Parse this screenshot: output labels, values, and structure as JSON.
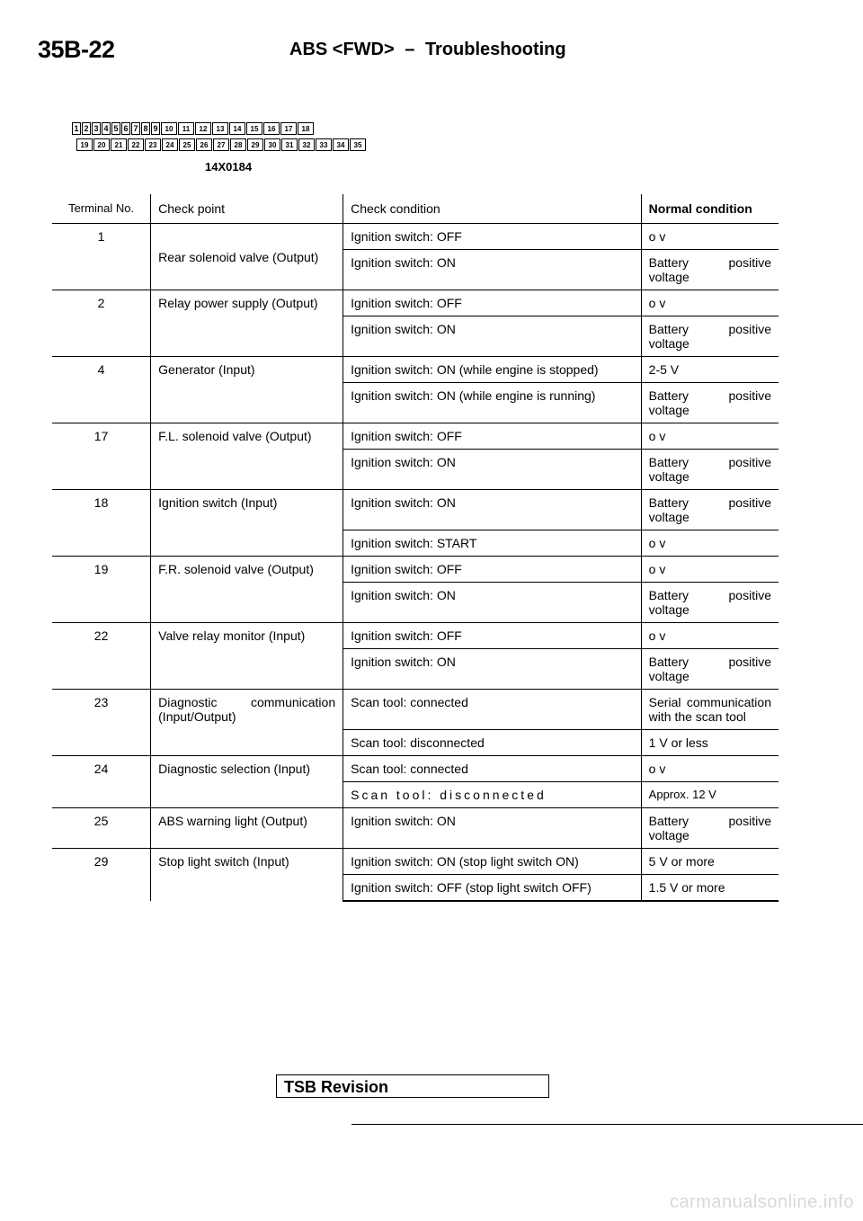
{
  "header": {
    "page_number": "35B-22",
    "section": "ABS <FWD>",
    "dash": "–",
    "title": "Troubleshooting"
  },
  "connector": {
    "row1": [
      "1",
      "2",
      "3",
      "4",
      "5",
      "6",
      "7",
      "8",
      "9",
      "10",
      "11",
      "12",
      "13",
      "14",
      "15",
      "16",
      "17",
      "18"
    ],
    "row2": [
      "19",
      "20",
      "21",
      "22",
      "23",
      "24",
      "25",
      "26",
      "27",
      "28",
      "29",
      "30",
      "31",
      "32",
      "33",
      "34",
      "35"
    ],
    "figure_id": "14X0184"
  },
  "table": {
    "headers": {
      "terminal": "Terminal No.",
      "check_point": "Check point",
      "check_condition": "Check condition",
      "normal_condition": "Normal condition"
    },
    "groups": [
      {
        "terminal": "1",
        "check_point": "Rear solenoid valve (Output)",
        "rows": [
          {
            "condition": "Ignition switch: OFF",
            "normal": "o v"
          },
          {
            "condition": "Ignition switch: ON",
            "normal": "Battery positive voltage"
          }
        ]
      },
      {
        "terminal": "2",
        "check_point": "Relay power supply (Output)",
        "rows": [
          {
            "condition": "Ignition switch: OFF",
            "normal": "o v"
          },
          {
            "condition": "Ignition switch: ON",
            "normal": "Battery positive voltage"
          }
        ]
      },
      {
        "terminal": "4",
        "check_point": "Generator (Input)",
        "rows": [
          {
            "condition": "Ignition switch: ON (while engine is stopped)",
            "normal": "2-5 V"
          },
          {
            "condition": "Ignition switch: ON (while engine is running)",
            "normal": "Battery positive voltage"
          }
        ]
      },
      {
        "terminal": "17",
        "check_point": "F.L. solenoid valve (Output)",
        "rows": [
          {
            "condition": "Ignition switch: OFF",
            "normal": "o v"
          },
          {
            "condition": "Ignition switch: ON",
            "normal": "Battery positive voltage"
          }
        ]
      },
      {
        "terminal": "18",
        "check_point": "Ignition switch (Input)",
        "rows": [
          {
            "condition": "Ignition switch: ON",
            "normal": "Battery positive voltage"
          },
          {
            "condition": "Ignition switch: START",
            "normal": "o v"
          }
        ]
      },
      {
        "terminal": "19",
        "check_point": "F.R. solenoid valve (Output)",
        "rows": [
          {
            "condition": "Ignition switch: OFF",
            "normal": "o v"
          },
          {
            "condition": "Ignition switch: ON",
            "normal": "Battery positive voltage"
          }
        ]
      },
      {
        "terminal": "22",
        "check_point": "Valve relay monitor (Input)",
        "rows": [
          {
            "condition": "Ignition switch: OFF",
            "normal": "o v"
          },
          {
            "condition": "Ignition switch: ON",
            "normal": "Battery positive voltage"
          }
        ]
      },
      {
        "terminal": "23",
        "check_point": "Diagnostic communication (Input/Output)",
        "rows": [
          {
            "condition": "Scan tool: connected",
            "normal": "Serial communication with the scan tool"
          },
          {
            "condition": "Scan tool: disconnected",
            "normal": "1 V or less"
          }
        ]
      },
      {
        "terminal": "24",
        "check_point": "Diagnostic selection (Input)",
        "rows": [
          {
            "condition": "Scan tool: connected",
            "normal": "o v"
          },
          {
            "condition": "Scan tool: disconnected",
            "normal": "Approx. 12 V"
          }
        ]
      },
      {
        "terminal": "25",
        "check_point": "ABS warning light (Output)",
        "rows": [
          {
            "condition": "Ignition switch: ON",
            "normal": "Battery positive voltage"
          }
        ]
      },
      {
        "terminal": "29",
        "check_point": "Stop light switch (Input)",
        "rows": [
          {
            "condition": "Ignition switch: ON (stop light switch ON)",
            "normal": "5 V or more"
          },
          {
            "condition": "Ignition switch: OFF (stop light switch OFF)",
            "normal": "1.5 V or more"
          }
        ]
      }
    ]
  },
  "footer": {
    "tsb_revision": "TSB Revision",
    "watermark": "carmanualsonline.info"
  }
}
